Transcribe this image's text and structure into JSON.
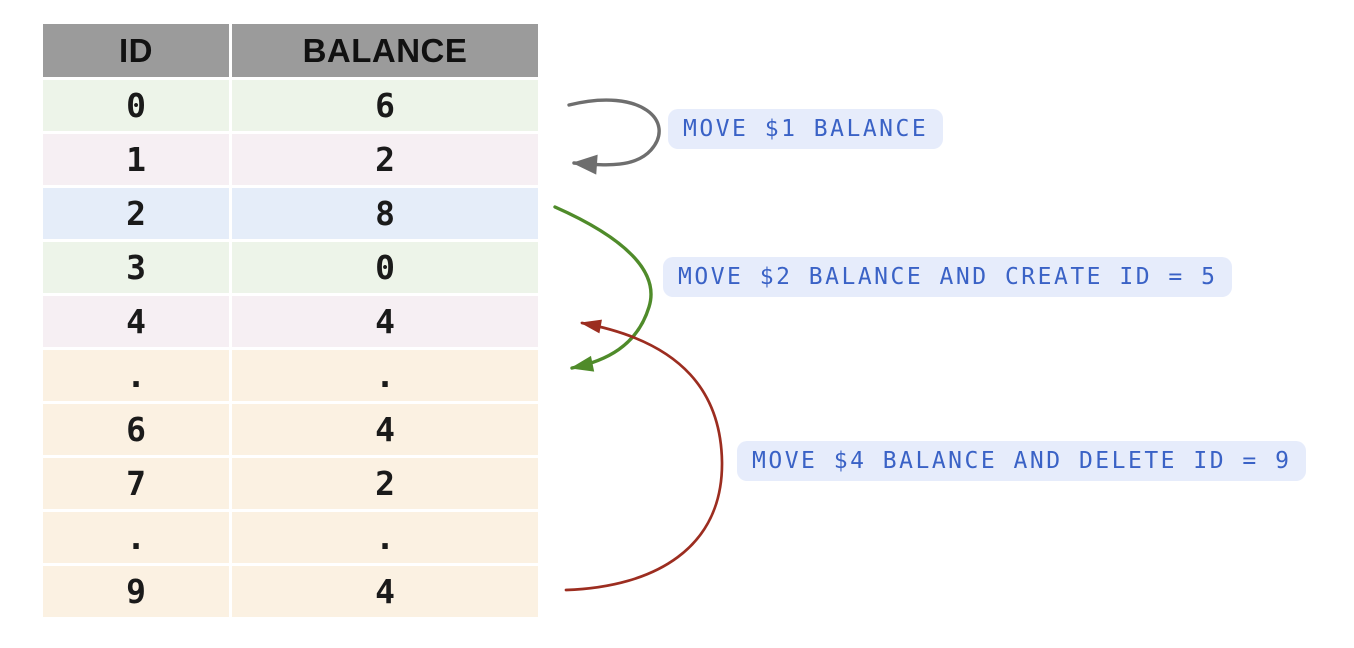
{
  "table": {
    "headers": [
      {
        "label": "ID"
      },
      {
        "label": "BALANCE"
      }
    ],
    "rows": [
      {
        "id": "0",
        "balance": "6",
        "tone": "green"
      },
      {
        "id": "1",
        "balance": "2",
        "tone": "pink"
      },
      {
        "id": "2",
        "balance": "8",
        "tone": "blue"
      },
      {
        "id": "3",
        "balance": "0",
        "tone": "green"
      },
      {
        "id": "4",
        "balance": "4",
        "tone": "pink"
      },
      {
        "id": ".",
        "balance": ".",
        "tone": "cream"
      },
      {
        "id": "6",
        "balance": "4",
        "tone": "cream"
      },
      {
        "id": "7",
        "balance": "2",
        "tone": "cream"
      },
      {
        "id": ".",
        "balance": ".",
        "tone": "cream"
      },
      {
        "id": "9",
        "balance": "4",
        "tone": "cream"
      }
    ]
  },
  "annotations": [
    {
      "label": "MOVE $1 BALANCE"
    },
    {
      "label": "MOVE $2 BALANCE AND CREATE ID = 5"
    },
    {
      "label": "MOVE $4 BALANCE AND DELETE ID = 9"
    }
  ],
  "arrows": [
    {
      "name": "move-1-arrow",
      "color": "#6e6e6e",
      "from_id": "0",
      "to_id": "1"
    },
    {
      "name": "move-2-arrow",
      "color": "#4f8b2a",
      "from_id": "2",
      "to_id": "5"
    },
    {
      "name": "move-4-arrow",
      "color": "#9c2d20",
      "from_id": "9",
      "to_id": "4"
    }
  ],
  "colors": {
    "header_bg": "#9b9b9b",
    "row_tones": {
      "green": "#edf4e9",
      "pink": "#f6eff3",
      "blue": "#e5edf9",
      "cream": "#fbf1e2"
    },
    "annotation_bg": "#e6ecfb",
    "annotation_text": "#3a62c6"
  }
}
